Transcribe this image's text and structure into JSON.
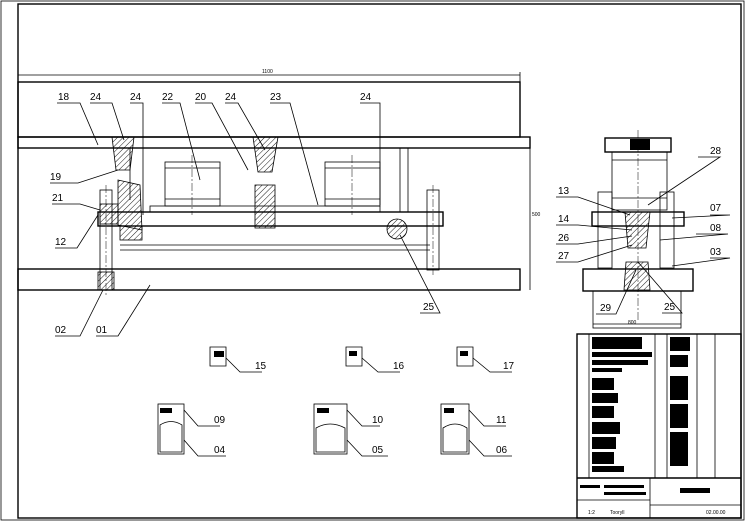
{
  "dimensions": {
    "overall_length": "1100",
    "side_width": "800",
    "height": "500"
  },
  "labels": {
    "n18": "18",
    "n24a": "24",
    "n24b": "24",
    "n22": "22",
    "n20": "20",
    "n24c": "24",
    "n23": "23",
    "n24d": "24",
    "n19": "19",
    "n21": "21",
    "n12": "12",
    "n02": "02",
    "n01": "01",
    "n25a": "25",
    "n28": "28",
    "n13": "13",
    "n07": "07",
    "n14": "14",
    "n08": "08",
    "n26": "26",
    "n27": "27",
    "n03": "03",
    "n29": "29",
    "n25b": "25",
    "n15": "15",
    "n16": "16",
    "n17": "17",
    "n09": "09",
    "n10": "10",
    "n11": "11",
    "n04": "04",
    "n05": "05",
    "n06": "06"
  },
  "title_block": {
    "scale": "1:2",
    "sheet_no": "02.00.00",
    "mark": "Tooryll"
  },
  "colors": {
    "line": "#000000",
    "background": "#ffffff"
  }
}
